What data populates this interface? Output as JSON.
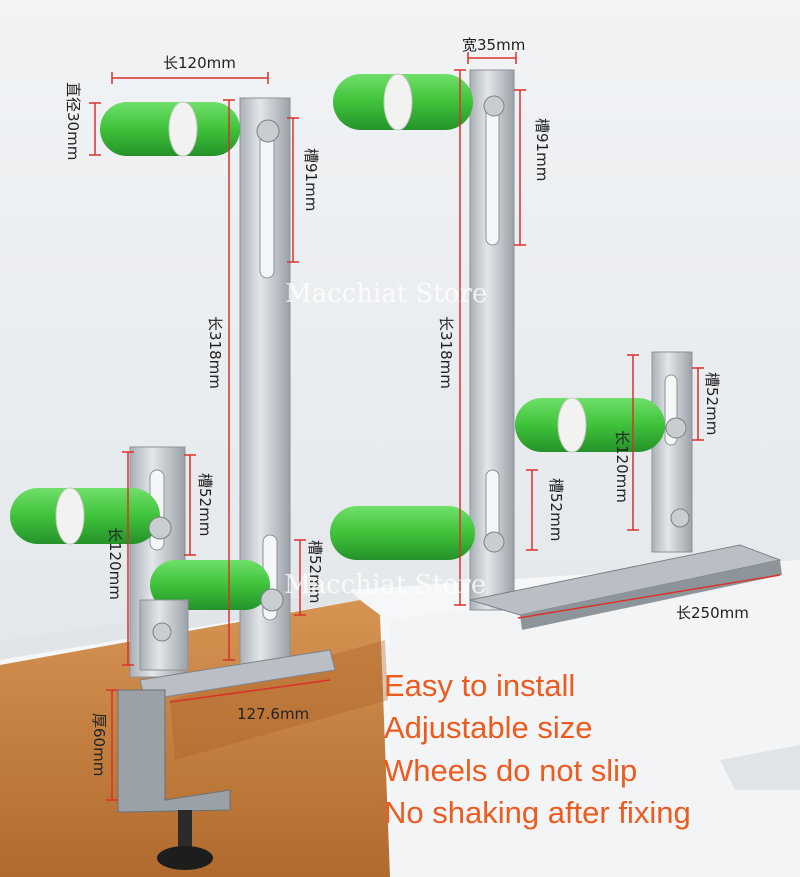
{
  "dimensions": {
    "left_top_width": "长120mm",
    "left_diameter": "直径30mm",
    "left_slot_top": "槽91mm",
    "left_length_main": "长318mm",
    "left_small_slot": "槽52mm",
    "left_small_length": "长120mm",
    "left_bottom_slot": "槽52mm",
    "left_clamp_thickness": "厚60mm",
    "left_base_width": "127.6mm",
    "right_top_width": "宽35mm",
    "right_slot_top": "槽91mm",
    "right_length_main": "长318mm",
    "right_small_slot": "槽52mm",
    "right_small_length": "长120mm",
    "right_bottom_slot": "槽52mm",
    "right_base_length": "长250mm"
  },
  "watermarks": [
    "Macchiat Store",
    "Macchiat Store"
  ],
  "features": [
    "Easy to install",
    "Adjustable size",
    "Wheels do not slip",
    "No shaking after fixing"
  ],
  "colors": {
    "roller_green": "#3fc23a",
    "feature_text": "#ec5b1f",
    "dimension_line": "#d9322b",
    "table_wood": "#c8813f"
  }
}
